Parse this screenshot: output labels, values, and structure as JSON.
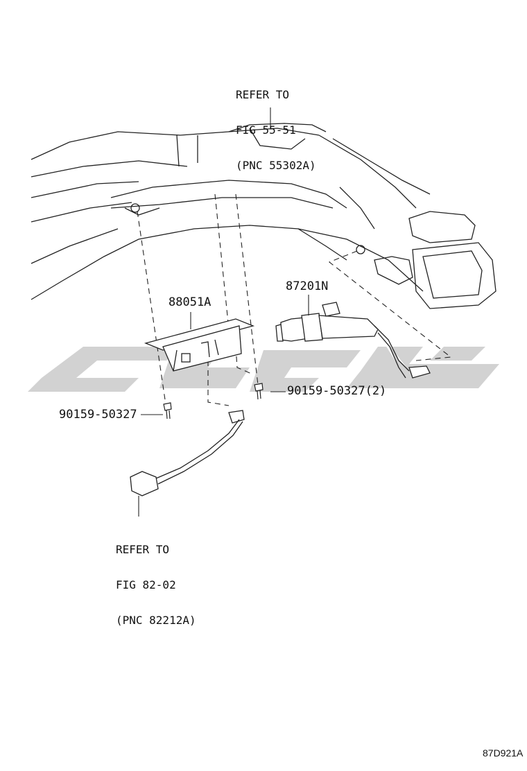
{
  "callouts": {
    "top_ref": [
      "REFER TO",
      "FIG 55-51",
      "(PNC 55302A)"
    ],
    "bottom_ref": [
      "REFER TO",
      "FIG 82-02",
      "(PNC 82212A)"
    ]
  },
  "parts": {
    "module": "88051A",
    "sensor": "87201N",
    "bolt_right": "90159-50327(2)",
    "bolt_left": "90159-50327"
  },
  "watermark": {
    "color": "#d2d2d2"
  },
  "diagram_code": "87D921A"
}
